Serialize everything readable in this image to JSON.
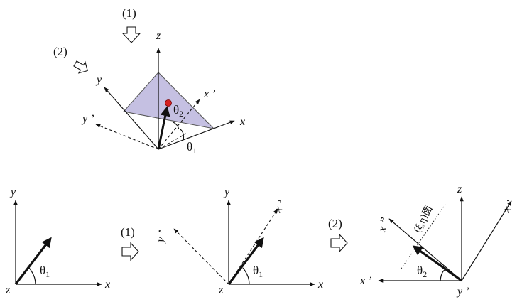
{
  "labels": {
    "step1": "(1)",
    "step2": "(2)",
    "x": "x",
    "y": "y",
    "z": "z",
    "x_prime": "x ’",
    "y_prime": "y ’",
    "x_dprime": "x ’’",
    "theta1": "θ",
    "theta2": "θ",
    "sub1": "1",
    "sub2": "2",
    "plane": "(ξ,η)面"
  },
  "colors": {
    "plane_fill": "#c5c0e2",
    "point": "#d42020",
    "ink": "#111111"
  }
}
